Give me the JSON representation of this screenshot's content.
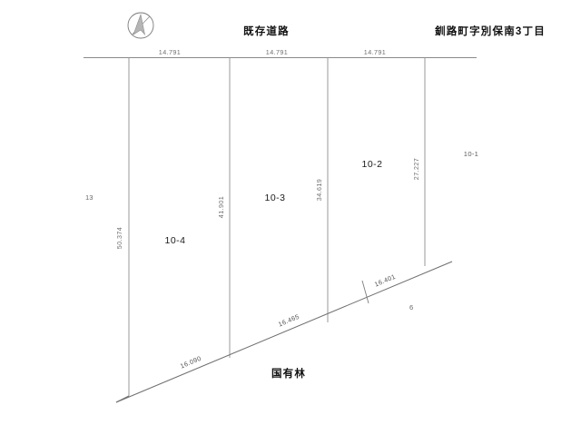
{
  "document": {
    "title_right": "釧路町字別保南3丁目",
    "title_top": "既存道路",
    "bottom_label": "国有林"
  },
  "compass": {
    "icon_name": "north-arrow-compass",
    "label": ""
  },
  "top_dimensions": [
    {
      "value": "14.791"
    },
    {
      "value": "14.791"
    },
    {
      "value": "14.791"
    }
  ],
  "vertical_dimensions": [
    {
      "value": "50.374"
    },
    {
      "value": "41.901"
    },
    {
      "value": "34.619"
    },
    {
      "value": "27.227"
    }
  ],
  "diagonal_dimensions": [
    {
      "value": "16.090"
    },
    {
      "value": "16.465"
    },
    {
      "value": "16.401"
    }
  ],
  "parcels": [
    {
      "label": "10-4"
    },
    {
      "label": "10-3"
    },
    {
      "label": "10-2"
    },
    {
      "label": "10-1"
    }
  ],
  "neighbors": [
    {
      "label": "13"
    },
    {
      "label": "6"
    }
  ]
}
